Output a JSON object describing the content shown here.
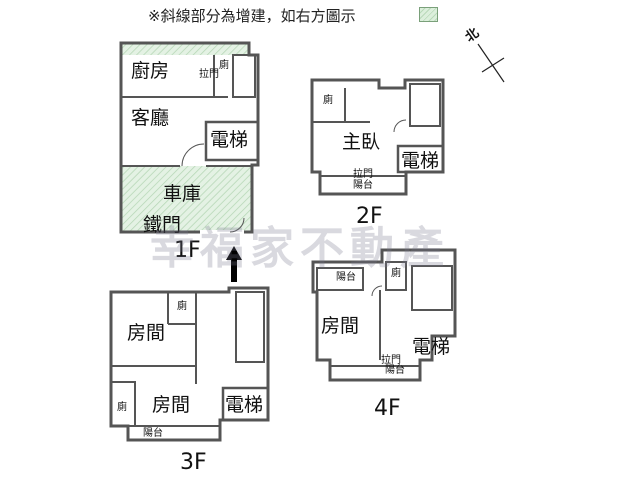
{
  "note": "※斜線部分為增建，如右方圖示",
  "watermark": "幸福家不動產",
  "compass_label": "北",
  "floors": {
    "f1": {
      "label": "1F",
      "rooms": {
        "kitchen": "廚房",
        "pull_door": "拉門",
        "toilet": "廁",
        "living": "客廳",
        "elevator": "電梯",
        "garage": "車庫",
        "iron_door": "鐵門"
      }
    },
    "f2": {
      "label": "2F",
      "rooms": {
        "toilet": "廁",
        "master": "主臥",
        "elevator": "電梯",
        "pull_door": "拉門",
        "balcony": "陽台"
      }
    },
    "f3": {
      "label": "3F",
      "rooms": {
        "room_a": "房間",
        "toilet_a": "廁",
        "room_b": "房間",
        "toilet_b": "廁",
        "elevator": "電梯",
        "balcony": "陽台"
      }
    },
    "f4": {
      "label": "4F",
      "rooms": {
        "balcony_top": "陽台",
        "toilet": "廁",
        "room": "房間",
        "elevator": "電梯",
        "pull_door": "拉門",
        "balcony_bottom": "陽台"
      }
    }
  }
}
